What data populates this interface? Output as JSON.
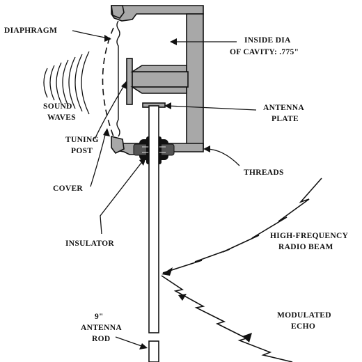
{
  "diagram": {
    "labels": {
      "diaphragm": "DIAPHRAGM",
      "inside_dia_line1": "INSIDE DIA",
      "inside_dia_line2": "OF CAVITY: .775\"",
      "sound_line1": "SOUND",
      "sound_line2": "WAVES",
      "antenna_plate_line1": "ANTENNA",
      "antenna_plate_line2": "PLATE",
      "tuning_line1": "TUNING",
      "tuning_line2": "POST",
      "threads": "THREADS",
      "cover": "COVER",
      "hf_line1": "HIGH-FREQUENCY",
      "hf_line2": "RADIO BEAM",
      "insulator": "INSULATOR",
      "echo_line1": "MODULATED",
      "echo_line2": "ECHO",
      "rod_line1": "9\"",
      "rod_line2": "ANTENNA",
      "rod_line3": "ROD"
    }
  }
}
